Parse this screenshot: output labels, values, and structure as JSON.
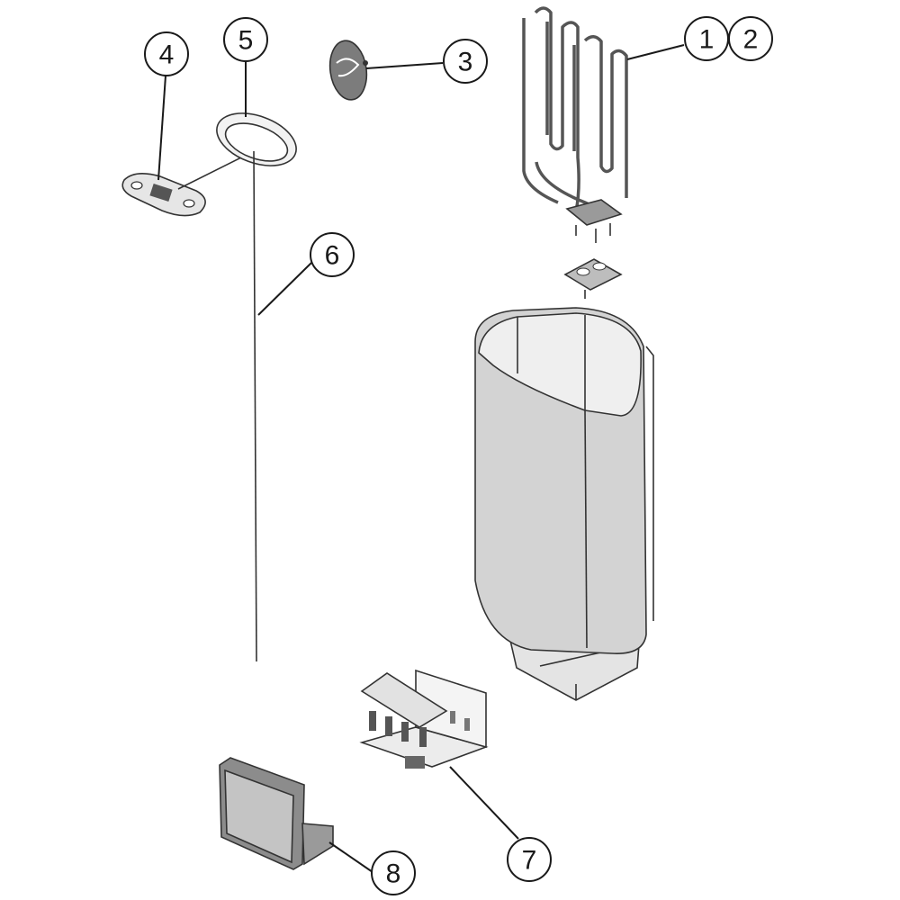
{
  "callouts": {
    "c1": "1",
    "c2": "2",
    "c3": "3",
    "c4": "4",
    "c5": "5",
    "c6": "6",
    "c7": "7",
    "c8": "8"
  },
  "colors": {
    "line": "#1a1a1a",
    "body_fill": "#d2d2d2",
    "panel_fill": "#e8e8e8",
    "dark_fill": "#8a8a8a"
  }
}
